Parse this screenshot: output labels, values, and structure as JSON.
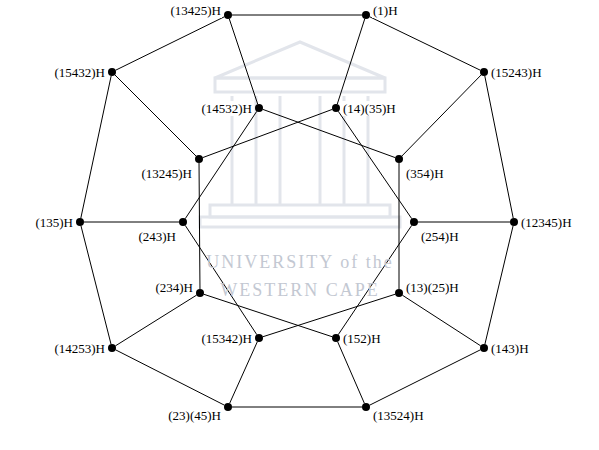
{
  "diagram": {
    "nodes": [
      {
        "text": [
          "(13425)H"
        ]
      },
      {
        "text": [
          "(1)H"
        ]
      },
      {
        "text": [
          "(15432)H"
        ]
      },
      {
        "text": [
          "(14532)H"
        ]
      },
      {
        "text": [
          "(14)(35)H"
        ]
      },
      {
        "text": [
          "(15243)H"
        ]
      },
      {
        "text": [
          "(13245)H"
        ]
      },
      {
        "text": [
          "(354)H"
        ]
      },
      {
        "text": [
          "(135)H"
        ]
      },
      {
        "text": [
          "(243)H"
        ]
      },
      {
        "text": [
          "(254)H"
        ]
      },
      {
        "text": [
          "(12345)H"
        ]
      },
      {
        "text": [
          "(234)H"
        ]
      },
      {
        "text": [
          "(13)(25)H"
        ]
      },
      {
        "text": [
          "(14253)H"
        ]
      },
      {
        "text": [
          "(15342)H"
        ]
      },
      {
        "text": [
          "(152)H"
        ]
      },
      {
        "text": [
          "(143)H"
        ]
      },
      {
        "text": [
          "(23)(45)H"
        ]
      },
      {
        "text": [
          "(13524)H"
        ]
      }
    ],
    "edges": [
      {
        "from": 0,
        "to": 1,
        "arrow": "none"
      },
      {
        "from": 1,
        "to": 5,
        "arrow": "none"
      },
      {
        "from": 5,
        "to": 11,
        "arrow": "none"
      },
      {
        "from": 11,
        "to": 17,
        "arrow": "none"
      },
      {
        "from": 17,
        "to": 19,
        "arrow": "none"
      },
      {
        "from": 19,
        "to": 18,
        "arrow": "none"
      },
      {
        "from": 18,
        "to": 14,
        "arrow": "none"
      },
      {
        "from": 14,
        "to": 8,
        "arrow": "none"
      },
      {
        "from": 8,
        "to": 2,
        "arrow": "none"
      },
      {
        "from": 2,
        "to": 0,
        "arrow": "none"
      },
      {
        "from": 0,
        "to": 3,
        "arrow": "none"
      },
      {
        "from": 1,
        "to": 4,
        "arrow": "none"
      },
      {
        "from": 5,
        "to": 7,
        "arrow": "none"
      },
      {
        "from": 11,
        "to": 10,
        "arrow": "none"
      },
      {
        "from": 17,
        "to": 13,
        "arrow": "none"
      },
      {
        "from": 19,
        "to": 16,
        "arrow": "none"
      },
      {
        "from": 18,
        "to": 15,
        "arrow": "none"
      },
      {
        "from": 14,
        "to": 12,
        "arrow": "none"
      },
      {
        "from": 8,
        "to": 9,
        "arrow": "none"
      },
      {
        "from": 2,
        "to": 6,
        "arrow": "none"
      },
      {
        "from": 3,
        "to": 7,
        "arrow": "none"
      },
      {
        "from": 7,
        "to": 13,
        "arrow": "none"
      },
      {
        "from": 13,
        "to": 15,
        "arrow": "none"
      },
      {
        "from": 15,
        "to": 9,
        "arrow": "none"
      },
      {
        "from": 9,
        "to": 3,
        "arrow": "none"
      },
      {
        "from": 4,
        "to": 10,
        "arrow": "none"
      },
      {
        "from": 10,
        "to": 16,
        "arrow": "none"
      },
      {
        "from": 16,
        "to": 12,
        "arrow": "none"
      },
      {
        "from": 12,
        "to": 6,
        "arrow": "none"
      },
      {
        "from": 6,
        "to": 4,
        "arrow": "none"
      }
    ],
    "labels": [
      "UNIVERSITY of the",
      "WESTERN CAPE"
    ]
  }
}
